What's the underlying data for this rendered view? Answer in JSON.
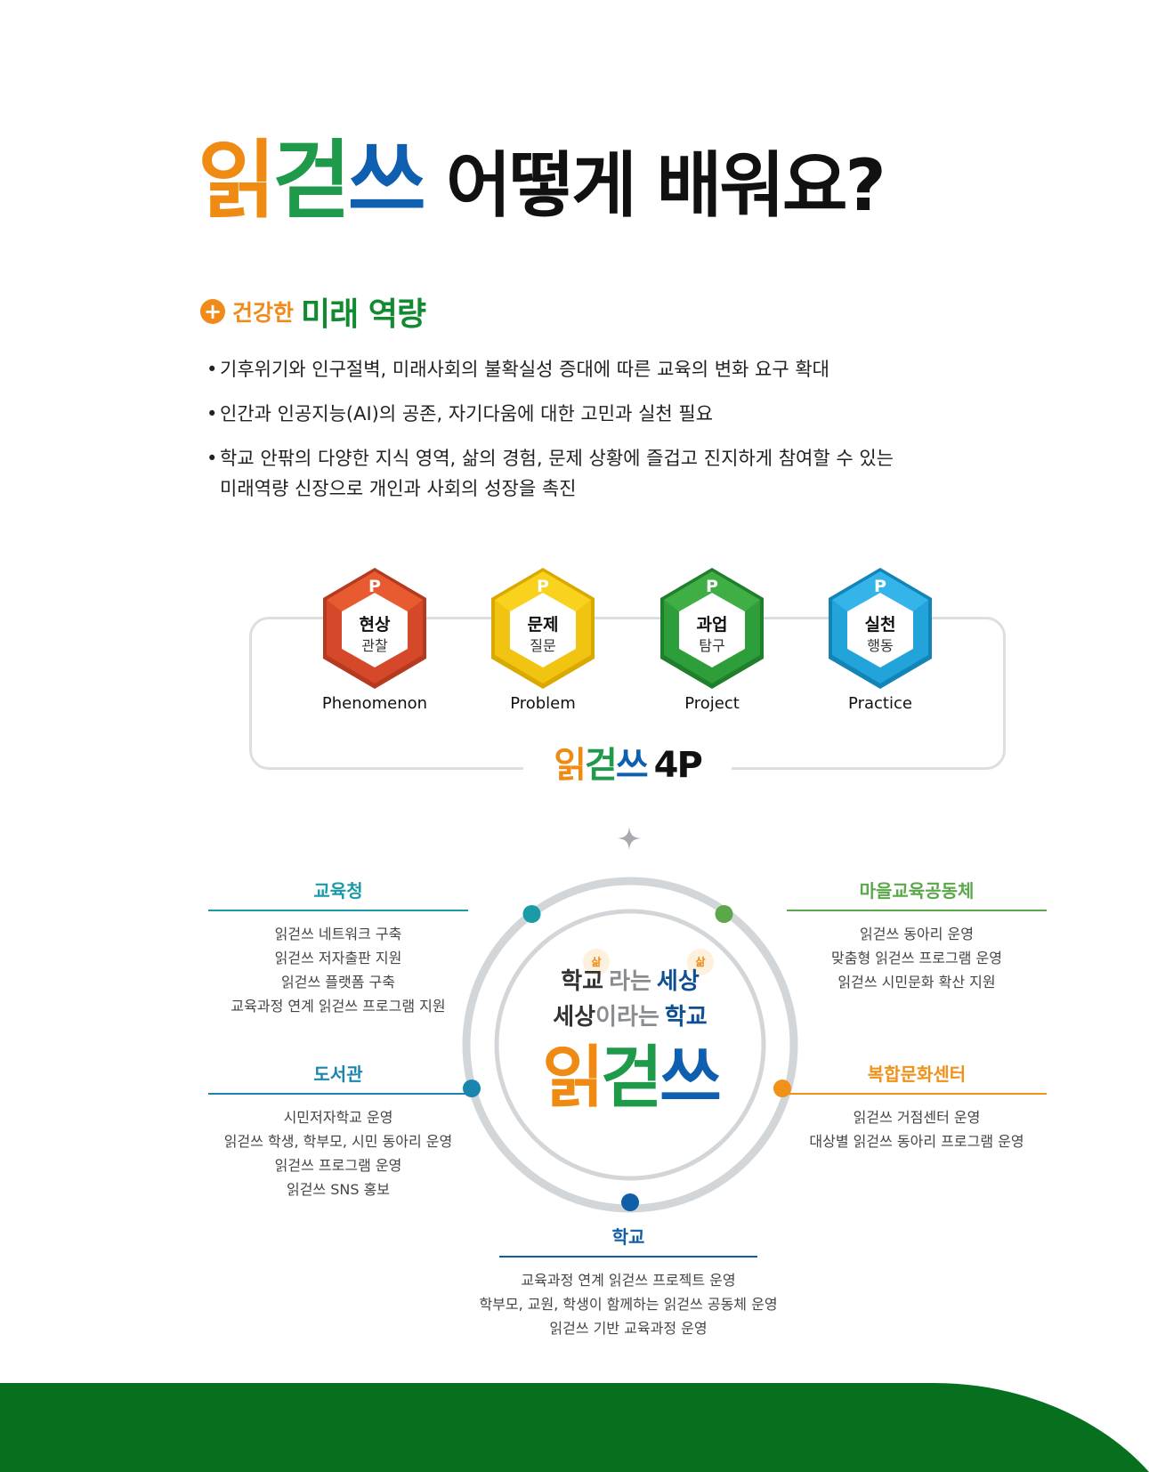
{
  "title": {
    "brand": [
      "읽",
      "걷",
      "쓰"
    ],
    "rest": "어떻게 배워요?"
  },
  "section": {
    "prefix": "건강한",
    "main": "미래 역량"
  },
  "bullets": [
    "기후위기와 인구절벽, 미래사회의 불확실성 증대에 따른 교육의 변화 요구 확대",
    "인간과 인공지능(AI)의 공존, 자기다움에 대한 고민과 실천 필요",
    "학교 안팎의 다양한 지식 영역, 삶의 경험, 문제 상황에 즐겁고 진지하게 참여할 수 있는\n미래역량 신장으로 개인과 사회의 성장을 촉진"
  ],
  "four_p": {
    "label_brand": [
      "읽",
      "걷",
      "쓰"
    ],
    "label_tail": "4P",
    "items": [
      {
        "badge": "P",
        "main": "현상",
        "sub": "관찰",
        "en": "Phenomenon",
        "color": "#d5492a",
        "shade": "#b63a20",
        "top": "#e85a30"
      },
      {
        "badge": "P",
        "main": "문제",
        "sub": "질문",
        "en": "Problem",
        "color": "#f2c412",
        "shade": "#d9a900",
        "top": "#f8d21c"
      },
      {
        "badge": "P",
        "main": "과업",
        "sub": "탐구",
        "en": "Project",
        "color": "#2e9e3a",
        "shade": "#1f7f2b",
        "top": "#3eae45"
      },
      {
        "badge": "P",
        "main": "실천",
        "sub": "행동",
        "en": "Practice",
        "color": "#22a4db",
        "shade": "#1384b6",
        "top": "#35b4ea"
      }
    ]
  },
  "center": {
    "line1": {
      "a": "학교",
      "b": "라는",
      "c": "세상"
    },
    "line2": {
      "a": "세상",
      "b": "이라는",
      "c": "학교"
    },
    "sal": "삶",
    "brand": [
      "읽",
      "걷",
      "쓰"
    ]
  },
  "nodes": {
    "office": {
      "head": "교육청",
      "color": "#1b9aa8",
      "items": [
        "읽걷쓰 네트워크 구축",
        "읽걷쓰 저자출판 지원",
        "읽걷쓰 플랫폼 구축",
        "교육과정 연계 읽걷쓰 프로그램 지원"
      ]
    },
    "village": {
      "head": "마을교육공동체",
      "color": "#5aa84a",
      "items": [
        "읽걷쓰 동아리 운영",
        "맞춤형 읽걷쓰 프로그램 운영",
        "읽걷쓰 시민문화 확산 지원"
      ]
    },
    "library": {
      "head": "도서관",
      "color": "#1a86b0",
      "items": [
        "시민저자학교 운영",
        "읽걷쓰 학생, 학부모, 시민 동아리 운영",
        "읽걷쓰 프로그램 운영",
        "읽걷쓰 SNS 홍보"
      ]
    },
    "culture": {
      "head": "복합문화센터",
      "color": "#f0921a",
      "items": [
        "읽걷쓰 거점센터 운영",
        "대상별 읽걷쓰 동아리 프로그램 운영"
      ]
    },
    "school": {
      "head": "학교",
      "color": "#0e5fa8",
      "items": [
        "교육과정 연계 읽걷쓰 프로젝트 운영",
        "학부모, 교원, 학생이 함께하는 읽걷쓰 공동체 운영",
        "읽걷쓰 기반 교육과정 운영"
      ]
    }
  },
  "colors": {
    "orange": "#ef8a12",
    "green": "#1f9a4a",
    "blue": "#0e5fb0",
    "footer": "#06701f"
  }
}
